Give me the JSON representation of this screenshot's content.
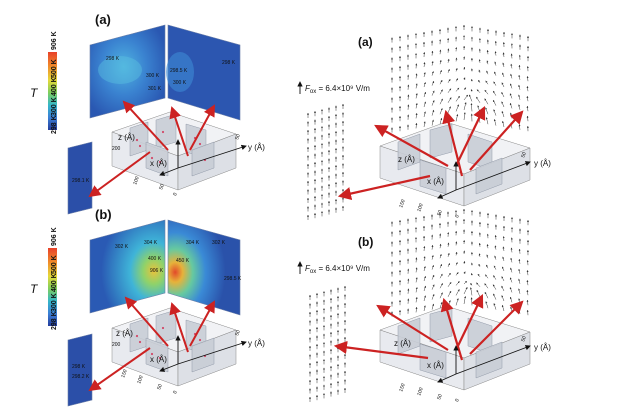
{
  "left_panels": {
    "a": {
      "label": "(a)",
      "colorbar": {
        "symbol": "T",
        "ticks": [
          "906 K",
          "500 K",
          "400 K",
          "300 K",
          "298 K"
        ]
      },
      "map_left_labels": [
        "298 K",
        "300 K",
        "301 K"
      ],
      "map_right_labels": [
        "298.5 K",
        "298 K",
        "300 K"
      ],
      "bottom_map_label": "298.1 K",
      "axes": {
        "z": "z (Å)",
        "x": "x (Å)",
        "y": "y (Å)"
      },
      "ticks": {
        "z_top": "200",
        "x1": "100",
        "x2": "50",
        "y_top": "50",
        "zero": "0"
      }
    },
    "b": {
      "label": "(b)",
      "colorbar": {
        "symbol": "T",
        "ticks": [
          "906 K",
          "500 K",
          "400 K",
          "300 K",
          "298 K"
        ]
      },
      "map_left_labels": [
        "302 K",
        "304 K",
        "400 K",
        "906 K"
      ],
      "map_right_labels": [
        "304 K",
        "302 K",
        "450 K",
        "298.5 K"
      ],
      "bottom_map_label_1": "298 K",
      "bottom_map_label_2": "298.2 K",
      "axes": {
        "z": "z (Å)",
        "x": "x (Å)",
        "y": "y (Å)"
      },
      "ticks": {
        "z_top": "200",
        "x1": "150",
        "x2": "100",
        "x3": "50",
        "y_top": "50",
        "zero": "0"
      }
    }
  },
  "right_panels": {
    "a": {
      "label": "(a)",
      "field_prefix": "F",
      "field_sub": "ox",
      "field_value": " = 6.4×10⁹ V/m",
      "axes": {
        "z": "z (Å)",
        "x": "x (Å)",
        "y": "y (Å)"
      },
      "ticks": {
        "x1": "150",
        "x2": "100",
        "x3": "50",
        "y_top": "50",
        "zero": "0"
      }
    },
    "b": {
      "label": "(b)",
      "field_prefix": "F",
      "field_sub": "ox",
      "field_value": " = 6.4×10⁹ V/m",
      "axes": {
        "z": "z (Å)",
        "x": "x (Å)",
        "y": "y (Å)"
      },
      "ticks": {
        "x1": "150",
        "x2": "100",
        "x3": "50",
        "y_top": "50",
        "zero": "0"
      }
    }
  },
  "colors": {
    "accent_red": "#cc2222",
    "map_blue": "#2f5fb0",
    "panel_gray": "#c9ced6"
  }
}
